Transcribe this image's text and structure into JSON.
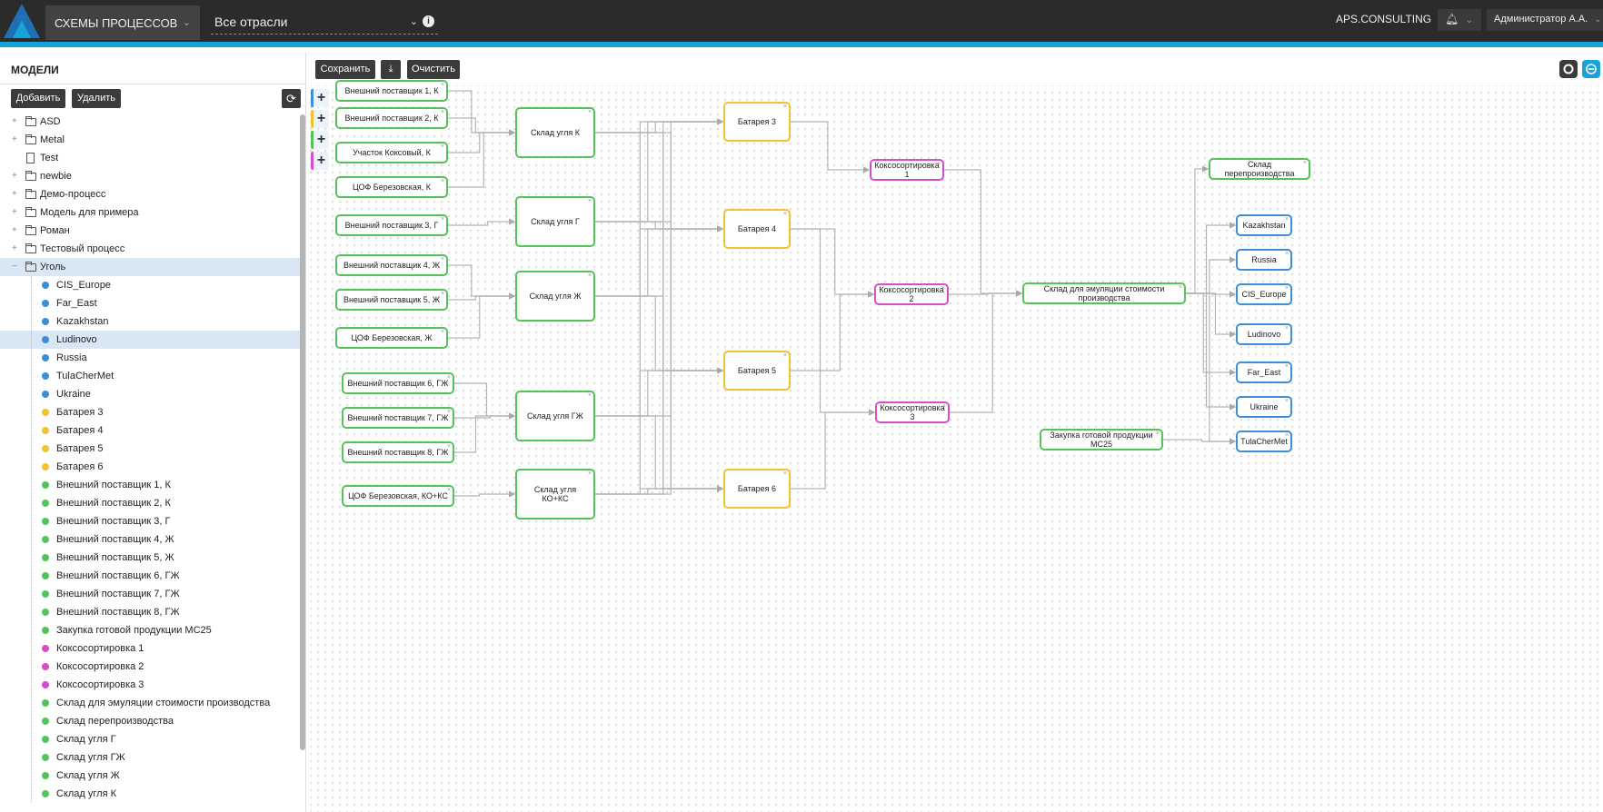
{
  "header": {
    "section": "СХЕМЫ ПРОЦЕССОВ",
    "industry": "Все отрасли",
    "brand": "APS.CONSULTING",
    "user": "Администратор А.А."
  },
  "sidebar": {
    "title": "МОДЕЛИ",
    "add_label": "Добавить",
    "delete_label": "Удалить",
    "tree": [
      {
        "label": "ASD",
        "type": "folder"
      },
      {
        "label": "Metal",
        "type": "folder"
      },
      {
        "label": "Test",
        "type": "file"
      },
      {
        "label": "newbie",
        "type": "folder"
      },
      {
        "label": "Демо-процесс",
        "type": "folder"
      },
      {
        "label": "Модель для примера",
        "type": "folder"
      },
      {
        "label": "Роман",
        "type": "folder"
      },
      {
        "label": "Тестовый процесс",
        "type": "folder"
      },
      {
        "label": "Уголь",
        "type": "folder-open",
        "selected": true
      },
      {
        "label": "CIS_Europe",
        "type": "item",
        "color": "#3f8fd8"
      },
      {
        "label": "Far_East",
        "type": "item",
        "color": "#3f8fd8"
      },
      {
        "label": "Kazakhstan",
        "type": "item",
        "color": "#3f8fd8"
      },
      {
        "label": "Ludinovo",
        "type": "item",
        "color": "#3f8fd8",
        "selected": true
      },
      {
        "label": "Russia",
        "type": "item",
        "color": "#3f8fd8"
      },
      {
        "label": "TulaCherMet",
        "type": "item",
        "color": "#3f8fd8"
      },
      {
        "label": "Ukraine",
        "type": "item",
        "color": "#3f8fd8"
      },
      {
        "label": "Батарея 3",
        "type": "item",
        "color": "#f2c230"
      },
      {
        "label": "Батарея 4",
        "type": "item",
        "color": "#f2c230"
      },
      {
        "label": "Батарея 5",
        "type": "item",
        "color": "#f2c230"
      },
      {
        "label": "Батарея 6",
        "type": "item",
        "color": "#f2c230"
      },
      {
        "label": "Внешний поставщик 1, К",
        "type": "item",
        "color": "#55c25a"
      },
      {
        "label": "Внешний поставщик 2, К",
        "type": "item",
        "color": "#55c25a"
      },
      {
        "label": "Внешний поставщик 3, Г",
        "type": "item",
        "color": "#55c25a"
      },
      {
        "label": "Внешний поставщик 4, Ж",
        "type": "item",
        "color": "#55c25a"
      },
      {
        "label": "Внешний поставщик 5, Ж",
        "type": "item",
        "color": "#55c25a"
      },
      {
        "label": "Внешний поставщик 6, ГЖ",
        "type": "item",
        "color": "#55c25a"
      },
      {
        "label": "Внешний поставщик 7, ГЖ",
        "type": "item",
        "color": "#55c25a"
      },
      {
        "label": "Внешний поставщик 8, ГЖ",
        "type": "item",
        "color": "#55c25a"
      },
      {
        "label": "Закупка готовой продукции МС25",
        "type": "item",
        "color": "#55c25a"
      },
      {
        "label": "Коксосортировка 1",
        "type": "item",
        "color": "#d84ec8"
      },
      {
        "label": "Коксосортировка 2",
        "type": "item",
        "color": "#d84ec8"
      },
      {
        "label": "Коксосортировка 3",
        "type": "item",
        "color": "#d84ec8"
      },
      {
        "label": "Склад для эмуляции стоимости производства",
        "type": "item",
        "color": "#55c25a"
      },
      {
        "label": "Склад перепроизводства",
        "type": "item",
        "color": "#55c25a"
      },
      {
        "label": "Склад угля Г",
        "type": "item",
        "color": "#55c25a"
      },
      {
        "label": "Склад угля ГЖ",
        "type": "item",
        "color": "#55c25a"
      },
      {
        "label": "Склад угля Ж",
        "type": "item",
        "color": "#55c25a"
      },
      {
        "label": "Склад угля К",
        "type": "item",
        "color": "#55c25a"
      }
    ]
  },
  "toolbar": {
    "save_label": "Сохранить",
    "clear_label": "Очистить"
  },
  "diagram": {
    "nodes": [
      {
        "id": "vp1",
        "label": "Внешний поставщик 1, К",
        "kind": "green"
      },
      {
        "id": "vp2",
        "label": "Внешний поставщик 2, К",
        "kind": "green"
      },
      {
        "id": "uk",
        "label": "Участок Коксовый, К",
        "kind": "green"
      },
      {
        "id": "cofk",
        "label": "ЦОФ Березовская, К",
        "kind": "green"
      },
      {
        "id": "vp3",
        "label": "Внешний поставщик 3, Г",
        "kind": "green"
      },
      {
        "id": "vp4",
        "label": "Внешний поставщик 4, Ж",
        "kind": "green"
      },
      {
        "id": "vp5",
        "label": "Внешний поставщик 5, Ж",
        "kind": "green"
      },
      {
        "id": "cofzh",
        "label": "ЦОФ Березовская, Ж",
        "kind": "green"
      },
      {
        "id": "vp6",
        "label": "Внешний поставщик 6, ГЖ",
        "kind": "green"
      },
      {
        "id": "vp7",
        "label": "Внешний поставщик 7, ГЖ",
        "kind": "green"
      },
      {
        "id": "vp8",
        "label": "Внешний поставщик 8, ГЖ",
        "kind": "green"
      },
      {
        "id": "cofkoks",
        "label": "ЦОФ Березовская, КО+КС",
        "kind": "green"
      },
      {
        "id": "sk",
        "label": "Склад угля К",
        "kind": "green"
      },
      {
        "id": "sg",
        "label": "Склад угля Г",
        "kind": "green"
      },
      {
        "id": "szh",
        "label": "Склад угля Ж",
        "kind": "green"
      },
      {
        "id": "sgzh",
        "label": "Склад угля ГЖ",
        "kind": "green"
      },
      {
        "id": "skoks",
        "label": "Склад угля КО+КС",
        "kind": "green"
      },
      {
        "id": "b3",
        "label": "Батарея 3",
        "kind": "yellow"
      },
      {
        "id": "b4",
        "label": "Батарея 4",
        "kind": "yellow"
      },
      {
        "id": "b5",
        "label": "Батарея 5",
        "kind": "yellow"
      },
      {
        "id": "b6",
        "label": "Батарея 6",
        "kind": "yellow"
      },
      {
        "id": "ks1",
        "label": "Коксосортировка 1",
        "kind": "pink"
      },
      {
        "id": "ks2",
        "label": "Коксосортировка 2",
        "kind": "pink"
      },
      {
        "id": "ks3",
        "label": "Коксосортировка 3",
        "kind": "pink"
      },
      {
        "id": "emu",
        "label": "Склад для эмуляции стоимости производства",
        "kind": "green"
      },
      {
        "id": "over",
        "label": "Склад перепроизводства",
        "kind": "green"
      },
      {
        "id": "mc25",
        "label": "Закупка готовой продукции МС25",
        "kind": "green"
      },
      {
        "id": "kaz",
        "label": "Kazakhstan",
        "kind": "blue"
      },
      {
        "id": "rus",
        "label": "Russia",
        "kind": "blue"
      },
      {
        "id": "cis",
        "label": "CIS_Europe",
        "kind": "blue"
      },
      {
        "id": "lud",
        "label": "Ludinovo",
        "kind": "blue"
      },
      {
        "id": "far",
        "label": "Far_East",
        "kind": "blue"
      },
      {
        "id": "ukr",
        "label": "Ukraine",
        "kind": "blue"
      },
      {
        "id": "tula",
        "label": "TulaCherMet",
        "kind": "blue"
      }
    ],
    "edges": [
      [
        "vp1",
        "sk"
      ],
      [
        "vp2",
        "sk"
      ],
      [
        "uk",
        "sk"
      ],
      [
        "cofk",
        "sk"
      ],
      [
        "vp3",
        "sg"
      ],
      [
        "vp4",
        "szh"
      ],
      [
        "vp5",
        "szh"
      ],
      [
        "cofzh",
        "szh"
      ],
      [
        "vp6",
        "sgzh"
      ],
      [
        "vp7",
        "sgzh"
      ],
      [
        "vp8",
        "sgzh"
      ],
      [
        "cofkoks",
        "skoks"
      ],
      [
        "sk",
        "b3"
      ],
      [
        "sk",
        "b4"
      ],
      [
        "sk",
        "b5"
      ],
      [
        "sk",
        "b6"
      ],
      [
        "sg",
        "b3"
      ],
      [
        "sg",
        "b4"
      ],
      [
        "sg",
        "b5"
      ],
      [
        "sg",
        "b6"
      ],
      [
        "szh",
        "b3"
      ],
      [
        "szh",
        "b4"
      ],
      [
        "szh",
        "b5"
      ],
      [
        "szh",
        "b6"
      ],
      [
        "sgzh",
        "b3"
      ],
      [
        "sgzh",
        "b4"
      ],
      [
        "sgzh",
        "b5"
      ],
      [
        "sgzh",
        "b6"
      ],
      [
        "skoks",
        "b3"
      ],
      [
        "skoks",
        "b4"
      ],
      [
        "skoks",
        "b5"
      ],
      [
        "skoks",
        "b6"
      ],
      [
        "b3",
        "ks1"
      ],
      [
        "b4",
        "ks2"
      ],
      [
        "b5",
        "ks2"
      ],
      [
        "b4",
        "ks3"
      ],
      [
        "b6",
        "ks3"
      ],
      [
        "ks1",
        "emu"
      ],
      [
        "ks2",
        "emu"
      ],
      [
        "ks3",
        "emu"
      ],
      [
        "emu",
        "over"
      ],
      [
        "emu",
        "kaz"
      ],
      [
        "emu",
        "rus"
      ],
      [
        "emu",
        "cis"
      ],
      [
        "emu",
        "lud"
      ],
      [
        "emu",
        "far"
      ],
      [
        "emu",
        "ukr"
      ],
      [
        "emu",
        "tula"
      ],
      [
        "mc25",
        "tula"
      ]
    ]
  }
}
